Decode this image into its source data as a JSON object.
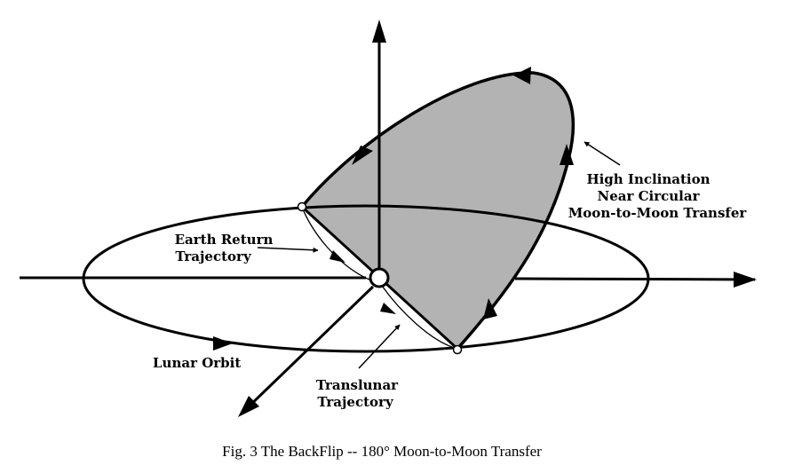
{
  "labels": {
    "high_inclination_line1": "High Inclination",
    "high_inclination_line2": "Near Circular",
    "high_inclination_line3": "Moon-to-Moon Transfer",
    "earth_return_line1": "Earth Return",
    "earth_return_line2": "Trajectory",
    "lunar_orbit": "Lunar Orbit",
    "translunar_line1": "Translunar",
    "translunar_line2": "Trajectory"
  },
  "caption": "Fig. 3  The  BackFlip -- 180° Moon-to-Moon Transfer",
  "colors": {
    "transfer_fill": "#b3b3b3",
    "line": "#000000"
  }
}
